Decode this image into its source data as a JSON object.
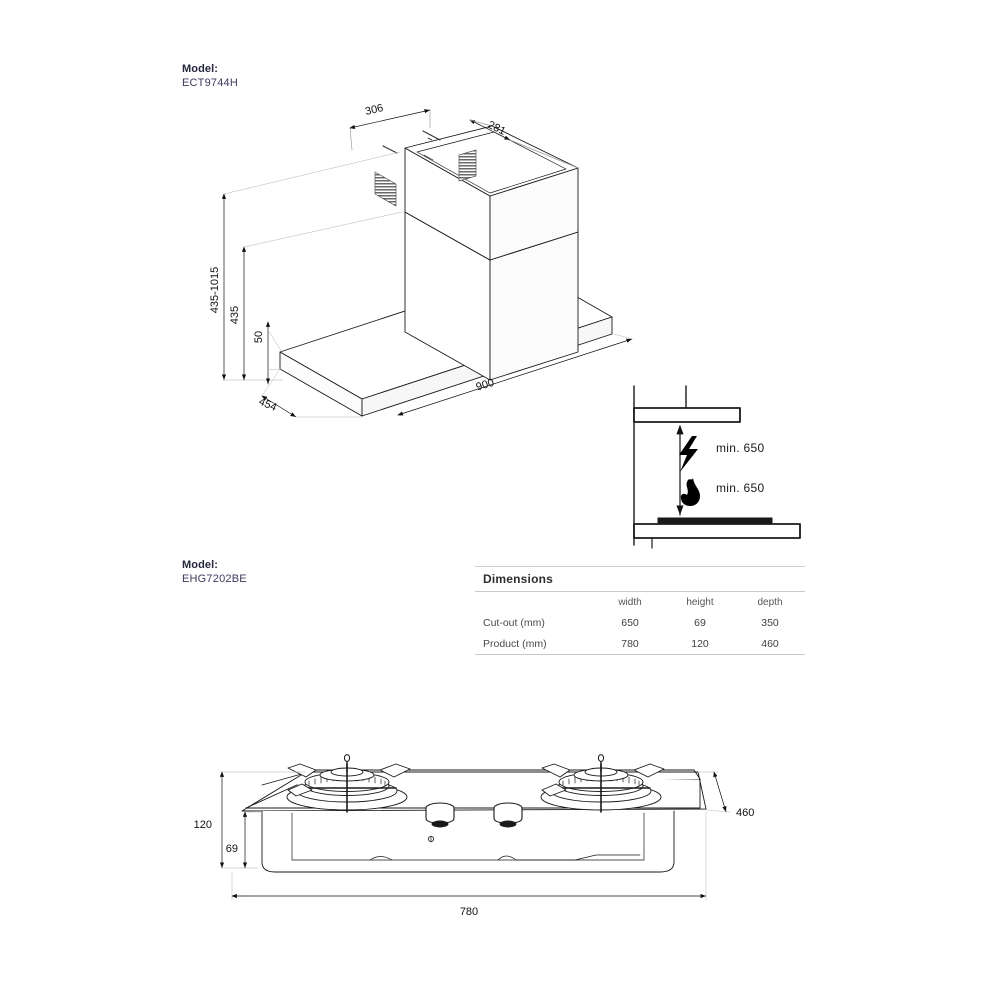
{
  "page": {
    "background": "#ffffff",
    "line_color": "#1a1a1a",
    "text_color": "#333333",
    "model_text_color": "#2b2b45"
  },
  "hood_section": {
    "model_label": "Model:",
    "model_value": "ECT9744H",
    "dimensions": {
      "chimney_width": "306",
      "chimney_depth": "281",
      "total_height_range": "435-1015",
      "chimney_lower_height": "435",
      "canopy_thickness": "50",
      "canopy_depth": "454",
      "canopy_width": "900"
    }
  },
  "clearance_section": {
    "electric_icon": "lightning-bolt-icon",
    "electric_label": "min. 650",
    "gas_icon": "flame-icon",
    "gas_label": "min. 650"
  },
  "hob_section": {
    "model_label": "Model:",
    "model_value": "EHG7202BE",
    "dimensions": {
      "product_height": "120",
      "cutout_height": "69",
      "product_width": "780",
      "product_depth": "460"
    },
    "burner_count": 2,
    "knob_count": 2
  },
  "dimensions_table": {
    "title": "Dimensions",
    "columns": [
      "",
      "width",
      "height",
      "depth"
    ],
    "rows": [
      {
        "label": "Cut-out (mm)",
        "width": "650",
        "height": "69",
        "depth": "350"
      },
      {
        "label": "Product (mm)",
        "width": "780",
        "height": "120",
        "depth": "460"
      }
    ]
  }
}
